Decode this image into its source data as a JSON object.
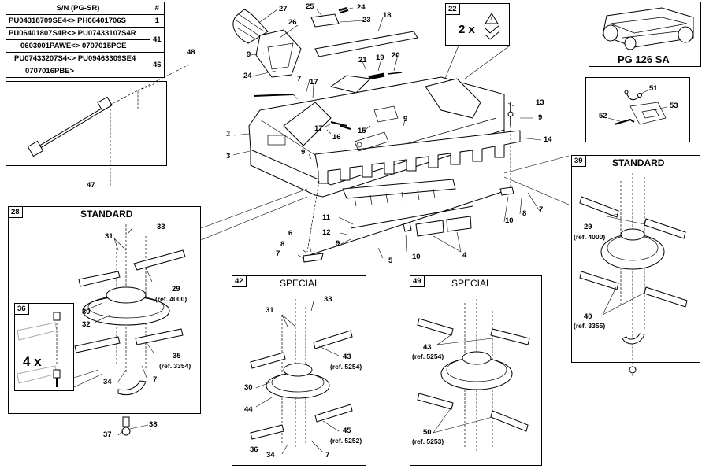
{
  "serial_table": {
    "header": "S/N (PG-SR)",
    "header_hash": "#",
    "rows": [
      {
        "range": "PU04318709SE4<> PH06401706S",
        "ref": "1"
      },
      {
        "range": "PU06401807S4R<> PU07433107S4R",
        "ref": "41"
      },
      {
        "range": "0603001PAWE<> 0707015PCE",
        "ref": ""
      },
      {
        "range": "PU07433207S4<> PU09463309SE4",
        "ref": "46"
      },
      {
        "range": "0707016PBE>",
        "ref": ""
      }
    ]
  },
  "model": {
    "name": "PG 126 SA"
  },
  "callout_22": {
    "tag": "22",
    "qty": "2 x"
  },
  "callout_28": {
    "tag": "28",
    "title": "STANDARD",
    "ref29": "(ref. 4000)",
    "ref35": "(ref. 3354)"
  },
  "callout_36": {
    "tag": "36",
    "qty": "4 x"
  },
  "callout_39": {
    "tag": "39",
    "title": "STANDARD",
    "ref29": "(ref. 4000)",
    "ref40": "(ref. 3355)"
  },
  "callout_42": {
    "tag": "42",
    "title": "SPECIAL",
    "ref43": "(ref. 5254)",
    "ref45": "(ref. 5252)"
  },
  "callout_49": {
    "tag": "49",
    "title": "SPECIAL",
    "ref43": "(ref. 5254)",
    "ref50": "(ref. 5253)"
  },
  "parts": {
    "p2": "2",
    "p3": "3",
    "p4": "4",
    "p5": "5",
    "p6": "6",
    "p7": "7",
    "p8": "8",
    "p9": "9",
    "p10": "10",
    "p11": "11",
    "p12": "12",
    "p13": "13",
    "p14": "14",
    "p15": "15",
    "p16": "16",
    "p17": "17",
    "p18": "18",
    "p19": "19",
    "p20": "20",
    "p21": "21",
    "p23": "23",
    "p24": "24",
    "p25": "25",
    "p26": "26",
    "p27": "27",
    "p29": "29",
    "p30": "30",
    "p31": "31",
    "p32": "32",
    "p33": "33",
    "p34": "34",
    "p35": "35",
    "p37": "37",
    "p38": "38",
    "p40": "40",
    "p43": "43",
    "p44": "44",
    "p45": "45",
    "p47": "47",
    "p48": "48",
    "p50": "50",
    "p51": "51",
    "p52": "52",
    "p53": "53"
  },
  "colors": {
    "highlight_label": "#cc0000",
    "line": "#000000"
  }
}
